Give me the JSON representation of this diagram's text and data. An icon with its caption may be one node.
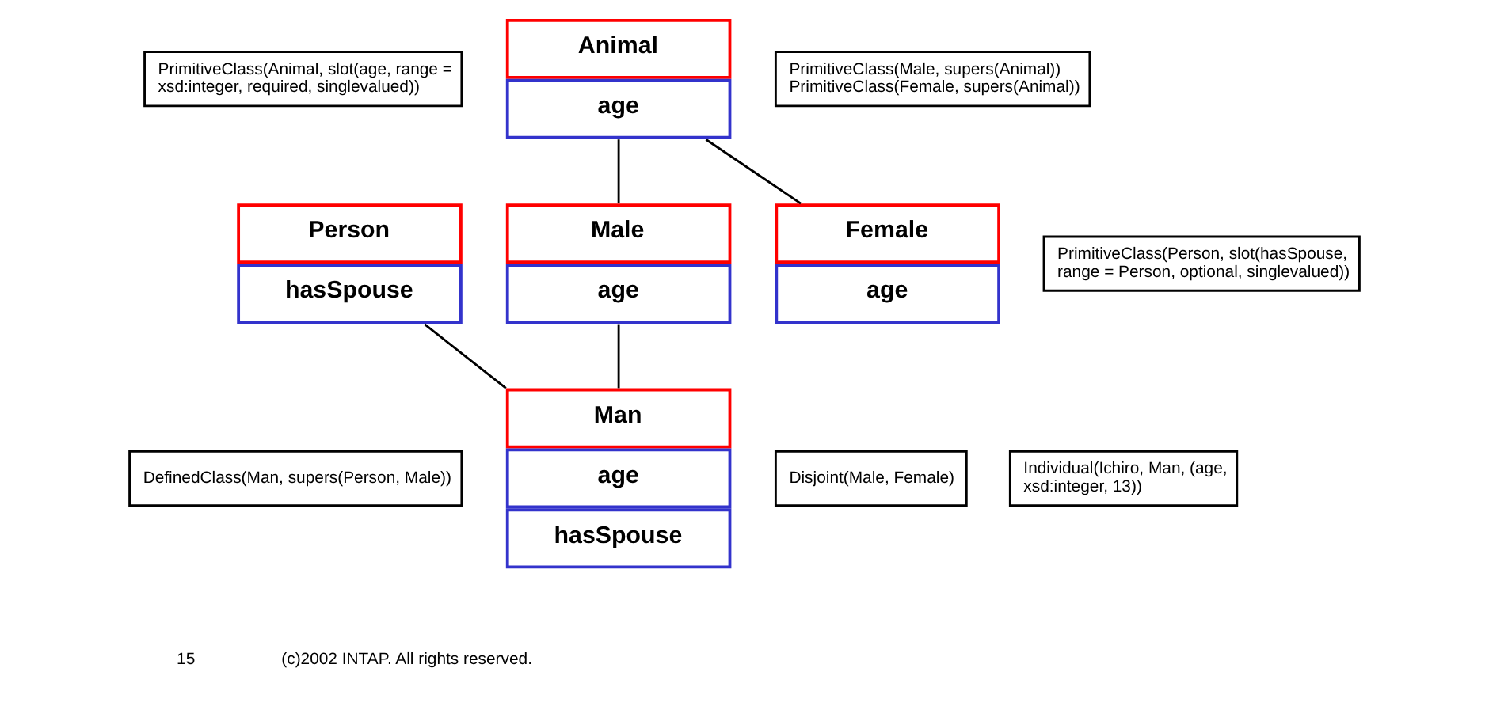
{
  "diagram": {
    "nodes": [
      {
        "text": [
          "PrimitiveClass(Animal, slot(age, range = xsd:integer, required, singlevalued))"
        ]
      },
      {
        "text": [
          "Animal",
          "age"
        ]
      },
      {
        "text": [
          "PrimitiveClass(Male, supers(Animal))",
          "PrimitiveClass(Female, supers(Animal))"
        ]
      },
      {
        "text": [
          "PrimitiveClass(Person, slot(hasSpouse, range = Person, optional, singlevalued))"
        ]
      },
      {
        "text": [
          "Person",
          "hasSpouse"
        ]
      },
      {
        "text": [
          "Male",
          "age"
        ]
      },
      {
        "text": [
          "Female",
          "age"
        ]
      },
      {
        "text": [
          "DefinedClass(Man, supers(Person, Male))"
        ]
      },
      {
        "text": [
          "Disjoint(Male, Female)"
        ]
      },
      {
        "text": [
          "Man",
          "age",
          "hasSpouse"
        ]
      },
      {
        "text": [
          "Individual(Ichiro, Man, (age, xsd:integer, 13))"
        ]
      }
    ],
    "edges": [
      {
        "from": 1,
        "to": 5,
        "arrow": "none"
      },
      {
        "from": 1,
        "to": 6,
        "arrow": "none"
      },
      {
        "from": 4,
        "to": 9,
        "arrow": "none"
      },
      {
        "from": 5,
        "to": 9,
        "arrow": "none"
      }
    ],
    "labels": [
      "15",
      "(c)2002 INTAP. All rights reserved."
    ]
  }
}
